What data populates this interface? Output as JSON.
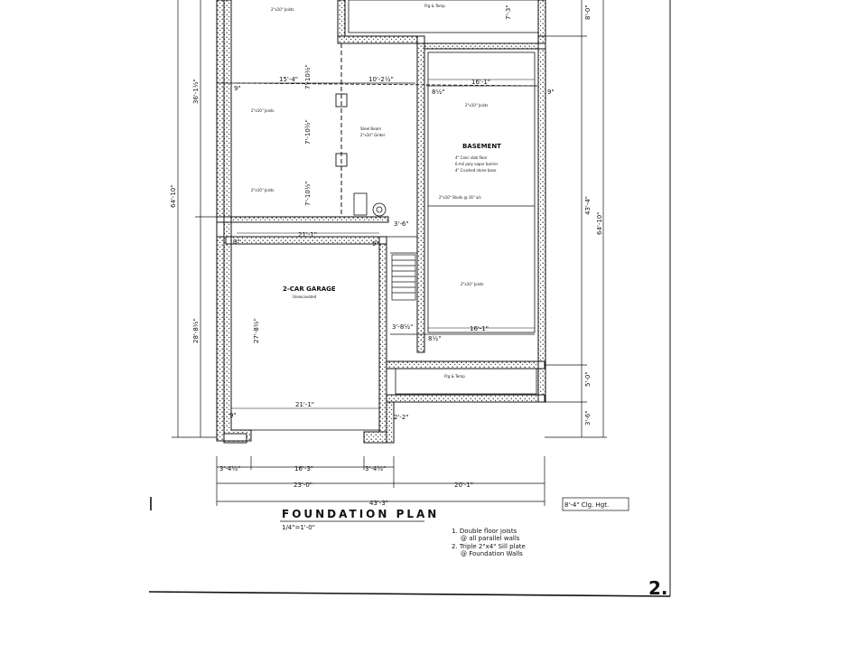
{
  "drawing": {
    "title": "FOUNDATION PLAN",
    "scale": "1/4\"=1'-0\"",
    "page_number": "2.",
    "ceiling_height": "8'-4\" Clg. Hgt.",
    "notes": [
      "1. Double floor joists",
      "@ all parallel walls",
      "2. Triple 2\"x4\" Sill plate",
      "@ Foundation Walls"
    ]
  },
  "rooms": {
    "garage_name": "2-CAR GARAGE",
    "garage_sub": "Unexcavated",
    "basement_name": "BASEMENT",
    "basement_notes": [
      "4\" Conc slab floor",
      "6-mil poly vapor barrier",
      "4\" Crushed stone base"
    ],
    "ftg_temp_top": "Ftg & Temp",
    "ftg_temp_bottom": "Ftg & Temp",
    "joist_top": "2\"x10\" Joists",
    "joist_mid": "2\"x10\" Joists",
    "joist_lower_left": "2\"x10\" Joists",
    "joist_basement_top": "2\"x10\" Joists",
    "joist_basement_bottom": "2\"x10\" Joists",
    "steel_beam": "Steel Beam",
    "joist_note": "2\"x10\" Studs @ 16\" o/c",
    "girder_note": "2\"x10\" Girder"
  },
  "dimensions": {
    "overall_width": "43'-3\"",
    "left_run": "23'-0\"",
    "right_run": "20'-1\"",
    "garage_door": "16'-3\"",
    "garage_left_return": "3'-4½\"",
    "garage_right_return": "3'-4½\"",
    "left_depth_total": "64'-10\"",
    "left_depth_upper": "36'-1½\"",
    "left_depth_lower": "28'-8½\"",
    "right_depth_total": "64'-10\"",
    "right_depth_main": "43'-4\"",
    "right_depth_top": "8'-0\"",
    "right_depth_porch": "5'-0\"",
    "right_depth_step": "3'-6\"",
    "upper_left_width": "15'-4\"",
    "upper_mid_width": "10'-2½\"",
    "basement_width_top": "16'-1\"",
    "basement_width_bottom": "16'-1\"",
    "garage_width_top": "21'-1\"",
    "garage_width_bottom": "21'-1\"",
    "garage_depth": "27'-8½\"",
    "stair_a": "3'-6\"",
    "stair_b": "3'-8½\"",
    "col_gap_a": "7'-10½\"",
    "col_gap_b": "7'-10½\"",
    "col_gap_c": "7'-10½\"",
    "top_right_small": "7'-3\"",
    "wall_8a": "8½\"",
    "wall_8b": "8½\"",
    "wall_9a": "9\"",
    "wall_9b": "9\"",
    "wall_9c": "9\"",
    "wall_9d": "9\"",
    "wall_9e": "9\"",
    "wall_2": "2'-2\""
  }
}
